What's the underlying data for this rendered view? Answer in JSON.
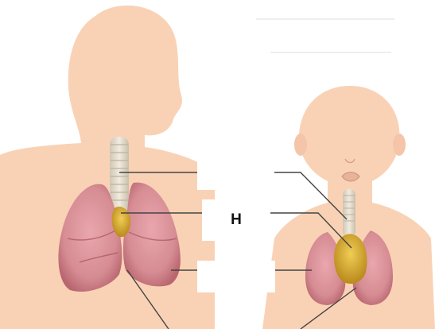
{
  "diagram": {
    "labels": [
      {
        "id": "label-box-1",
        "text": ""
      },
      {
        "id": "label-box-2",
        "text": "H"
      },
      {
        "id": "label-box-3",
        "text": ""
      }
    ]
  },
  "colors": {
    "skin": "#f9d2b6",
    "lung": "#d88f96",
    "lung_dark": "#b8646f",
    "trachea": "#e6dccb",
    "thymus": "#d6a62a",
    "leader_line": "#444444"
  }
}
